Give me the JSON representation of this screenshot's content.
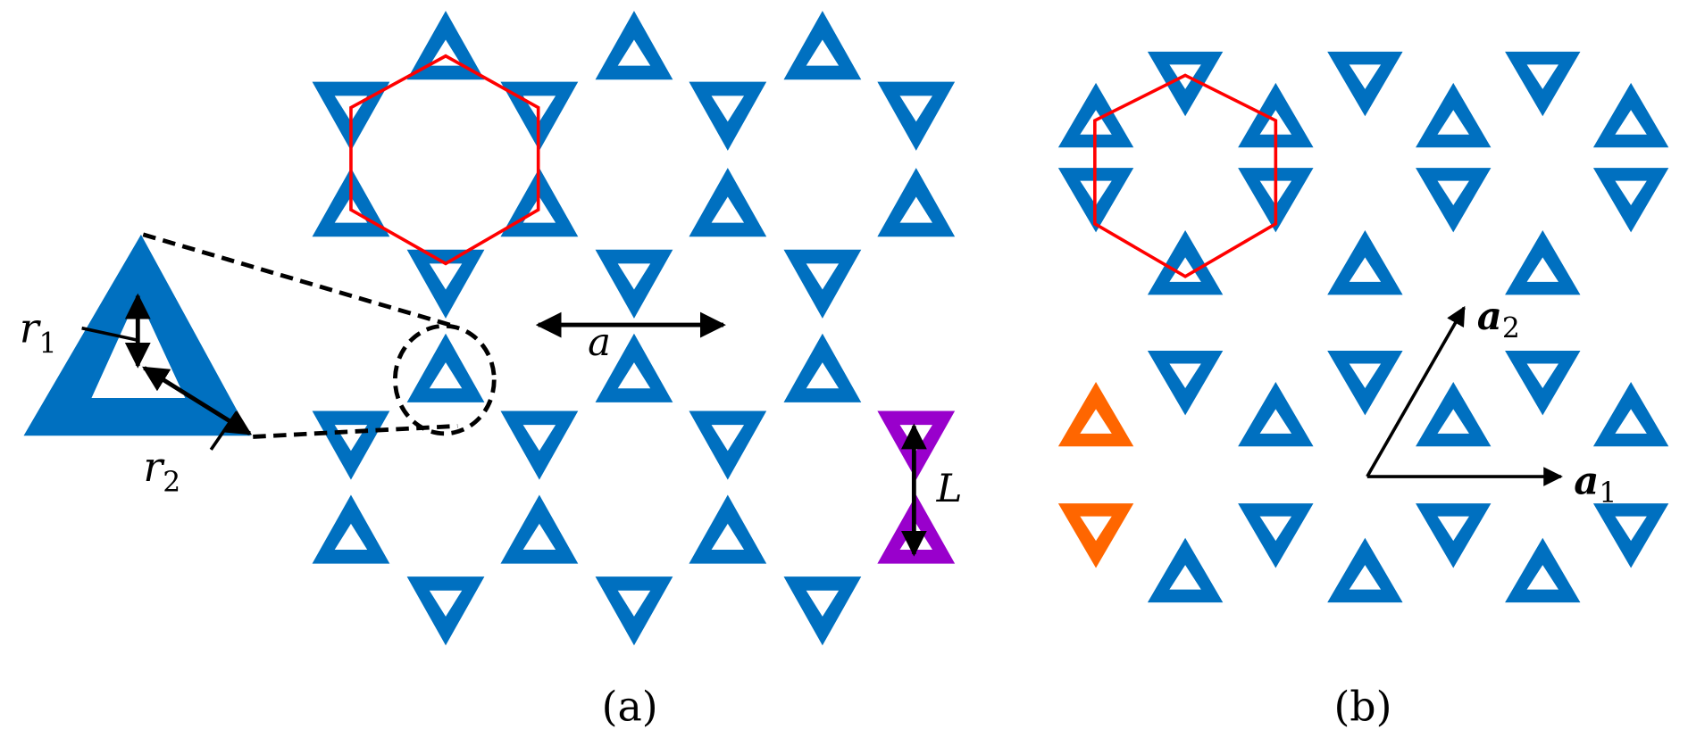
{
  "figure": {
    "panel_a": {
      "caption": "(a)",
      "labels": {
        "r1": "r",
        "r1_sub": "1",
        "r2": "r",
        "r2_sub": "2",
        "a": "a",
        "L": "L"
      },
      "lattice": "kagome lattice of hollow triangles",
      "highlight_hexagon": "hexagon",
      "highlighted_pair": "L dimer"
    },
    "panel_b": {
      "caption": "(b)",
      "labels": {
        "a1": "a",
        "a1_sub": "1",
        "a2": "a",
        "a2_sub": "2"
      },
      "lattice": "breathing kagome lattice of hollow triangles",
      "highlight_hexagon": "hexagon",
      "highlighted_pair": "unit cell"
    }
  },
  "colors": {
    "triangle": "#0070c0",
    "hexagon": "#ff0000",
    "dimer": "#9900cc",
    "unit_cell": "#ff6600",
    "arrow": "#000000"
  }
}
